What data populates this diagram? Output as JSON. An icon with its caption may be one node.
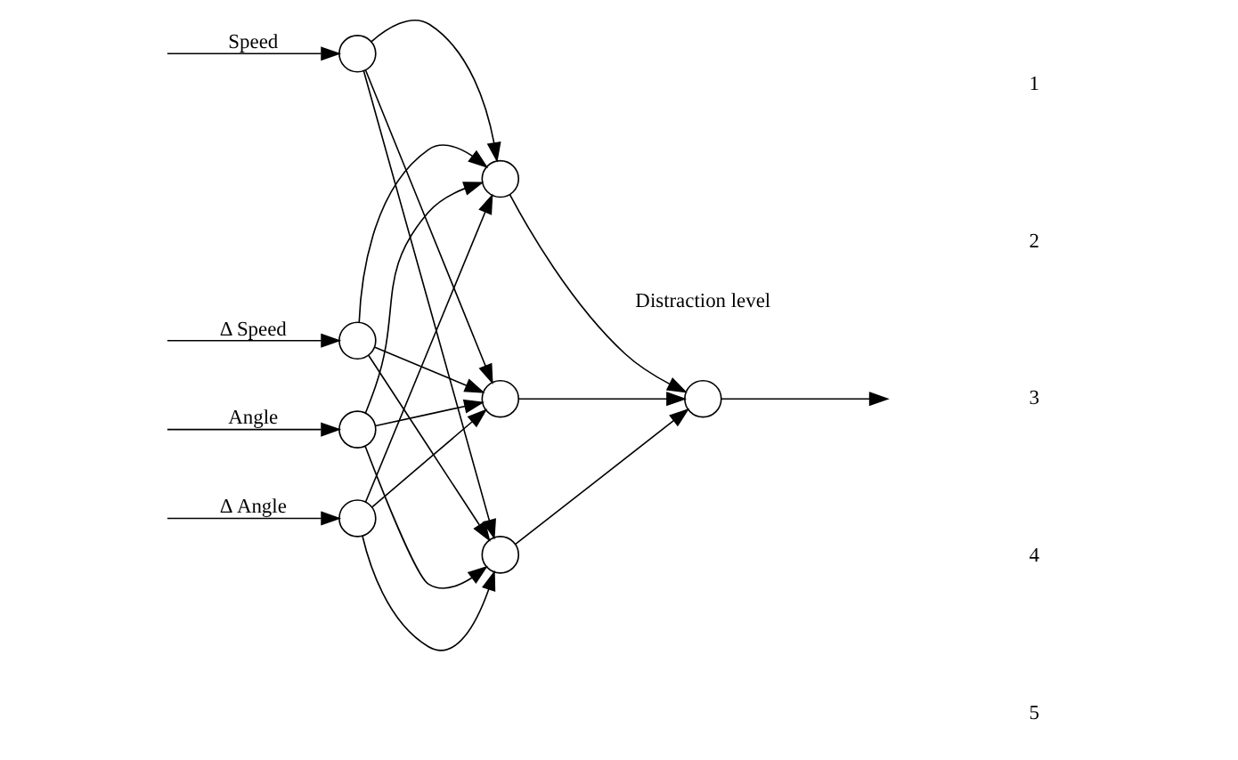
{
  "diagram": {
    "nodes": [
      {
        "text": [],
        "shape": "circle"
      },
      {
        "text": [],
        "shape": "circle"
      },
      {
        "text": [],
        "shape": "circle"
      },
      {
        "text": [],
        "shape": "circle"
      },
      {
        "text": [],
        "shape": "circle"
      },
      {
        "text": [],
        "shape": "circle"
      },
      {
        "text": [],
        "shape": "circle"
      },
      {
        "text": [],
        "shape": "circle",
        "beside": [
          "Distraction level"
        ]
      }
    ],
    "edges": [
      {
        "from": null,
        "to": 0,
        "arrow": "to",
        "label": "Speed"
      },
      {
        "from": null,
        "to": 1,
        "arrow": "to",
        "label": "Δ Speed"
      },
      {
        "from": null,
        "to": 2,
        "arrow": "to",
        "label": "Angle"
      },
      {
        "from": null,
        "to": 3,
        "arrow": "to",
        "label": "Δ Angle"
      },
      {
        "from": 0,
        "to": 4,
        "arrow": "to"
      },
      {
        "from": 0,
        "to": 5,
        "arrow": "to"
      },
      {
        "from": 0,
        "to": 6,
        "arrow": "to"
      },
      {
        "from": 1,
        "to": 4,
        "arrow": "to"
      },
      {
        "from": 1,
        "to": 5,
        "arrow": "to"
      },
      {
        "from": 1,
        "to": 6,
        "arrow": "to"
      },
      {
        "from": 2,
        "to": 4,
        "arrow": "to"
      },
      {
        "from": 2,
        "to": 5,
        "arrow": "to"
      },
      {
        "from": 2,
        "to": 6,
        "arrow": "to"
      },
      {
        "from": 3,
        "to": 4,
        "arrow": "to"
      },
      {
        "from": 3,
        "to": 5,
        "arrow": "to"
      },
      {
        "from": 3,
        "to": 6,
        "arrow": "to"
      },
      {
        "from": 4,
        "to": 7,
        "arrow": "to"
      },
      {
        "from": 5,
        "to": 7,
        "arrow": "to"
      },
      {
        "from": 6,
        "to": 7,
        "arrow": "to"
      },
      {
        "from": 7,
        "to": null,
        "arrow": "to"
      }
    ],
    "labels": [
      "1",
      "2",
      "3",
      "4",
      "5"
    ]
  }
}
